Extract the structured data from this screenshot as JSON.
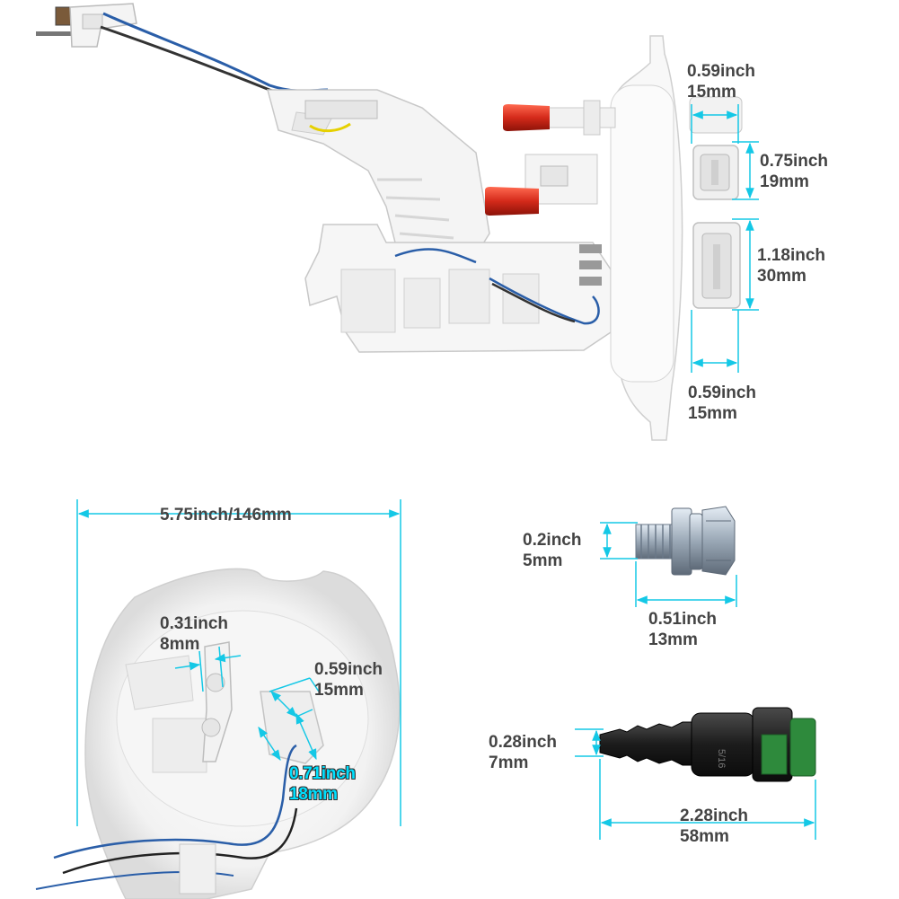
{
  "colors": {
    "dimension_line": "#14c8e6",
    "label_text": "#444444",
    "highlight_label": "#00e0ff",
    "part_white": "#f4f4f4",
    "cap_red": "#d42a1a",
    "wire_blue": "#2a5ea8",
    "wire_dark": "#222222",
    "connector_black": "#1c1c1c",
    "clip_green": "#2e8a3c",
    "bolt_silver": "#9aa8b6"
  },
  "labels": {
    "top_port_width": {
      "inch": "0.59inch",
      "mm": "15mm"
    },
    "small_connector": {
      "inch": "0.75inch",
      "mm": "19mm"
    },
    "large_connector": {
      "inch": "1.18inch",
      "mm": "30mm"
    },
    "connector_depth": {
      "inch": "0.59inch",
      "mm": "15mm"
    },
    "flange_diameter": {
      "text": "5.75inch/146mm"
    },
    "outlet_diameter": {
      "inch": "0.31inch",
      "mm": "8mm"
    },
    "bottom_connector": {
      "inch": "0.59inch",
      "mm": "15mm"
    },
    "bottom_connector_wide": {
      "inch": "0.71inch",
      "mm": "18mm"
    },
    "bolt_thread": {
      "inch": "0.2inch",
      "mm": "5mm"
    },
    "bolt_length": {
      "inch": "0.51inch",
      "mm": "13mm"
    },
    "hose_barb": {
      "inch": "0.28inch",
      "mm": "7mm"
    },
    "quick_connector_length": {
      "inch": "2.28inch",
      "mm": "58mm"
    }
  },
  "connector_marking": "5/16"
}
